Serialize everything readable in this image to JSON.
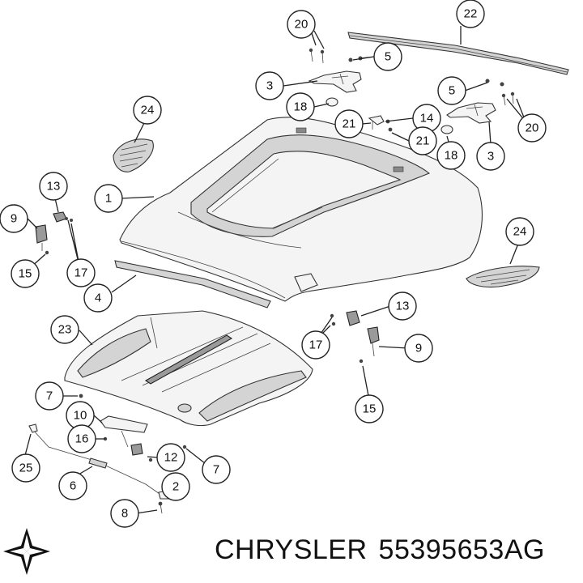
{
  "brand": {
    "name": "CHRYSLER",
    "part_number": "55395653AG"
  },
  "callouts": [
    {
      "id": "c20a",
      "label": "20"
    },
    {
      "id": "c22",
      "label": "22"
    },
    {
      "id": "c5a",
      "label": "5"
    },
    {
      "id": "c3a",
      "label": "3"
    },
    {
      "id": "c24a",
      "label": "24"
    },
    {
      "id": "c18a",
      "label": "18"
    },
    {
      "id": "c14",
      "label": "14"
    },
    {
      "id": "c21a",
      "label": "21"
    },
    {
      "id": "c5b",
      "label": "5"
    },
    {
      "id": "c20b",
      "label": "20"
    },
    {
      "id": "c21b",
      "label": "21"
    },
    {
      "id": "c18b",
      "label": "18"
    },
    {
      "id": "c3b",
      "label": "3"
    },
    {
      "id": "c13a",
      "label": "13"
    },
    {
      "id": "c1",
      "label": "1"
    },
    {
      "id": "c9a",
      "label": "9"
    },
    {
      "id": "c24b",
      "label": "24"
    },
    {
      "id": "c15a",
      "label": "15"
    },
    {
      "id": "c17a",
      "label": "17"
    },
    {
      "id": "c4",
      "label": "4"
    },
    {
      "id": "c13b",
      "label": "13"
    },
    {
      "id": "c23",
      "label": "23"
    },
    {
      "id": "c17b",
      "label": "17"
    },
    {
      "id": "c9b",
      "label": "9"
    },
    {
      "id": "c7a",
      "label": "7"
    },
    {
      "id": "c15b",
      "label": "15"
    },
    {
      "id": "c10",
      "label": "10"
    },
    {
      "id": "c16",
      "label": "16"
    },
    {
      "id": "c12",
      "label": "12"
    },
    {
      "id": "c7b",
      "label": "7"
    },
    {
      "id": "c25",
      "label": "25"
    },
    {
      "id": "c6",
      "label": "6"
    },
    {
      "id": "c2",
      "label": "2"
    },
    {
      "id": "c8",
      "label": "8"
    }
  ]
}
